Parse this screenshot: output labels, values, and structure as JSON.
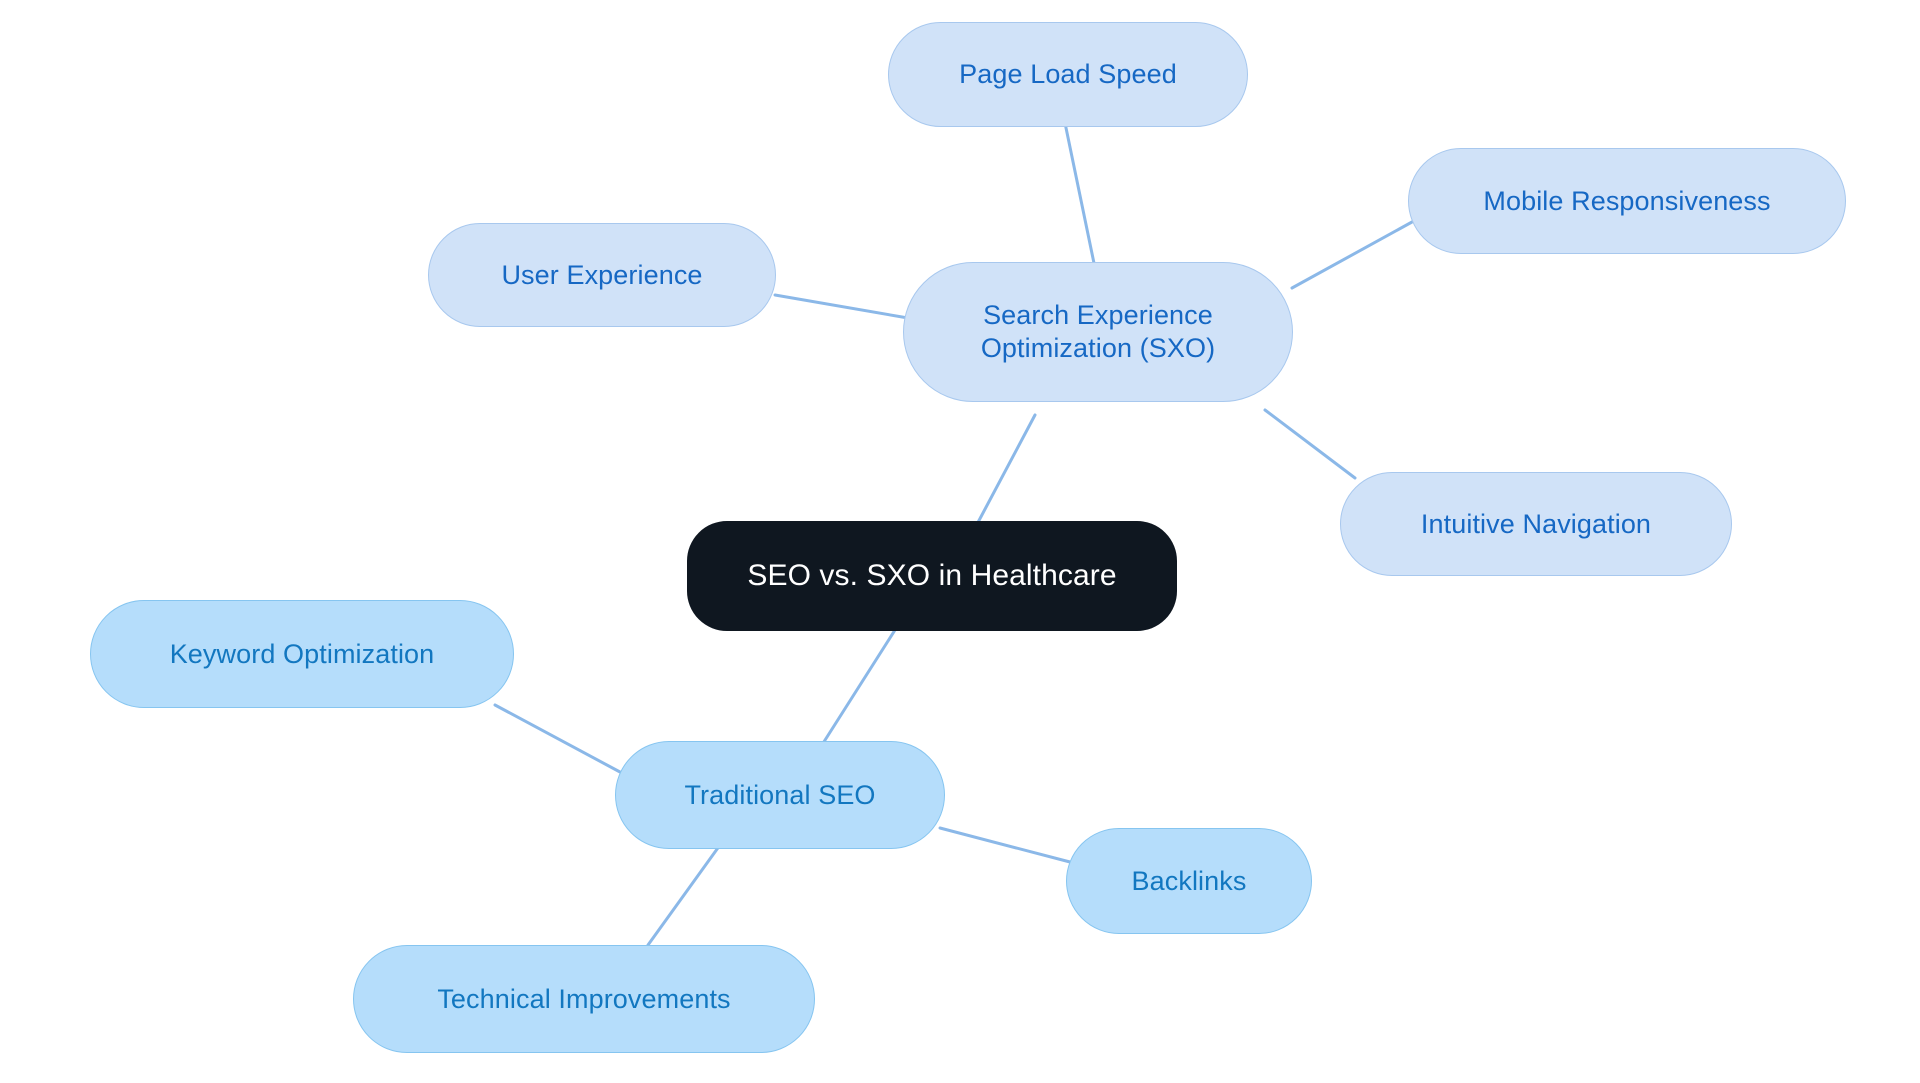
{
  "diagram": {
    "type": "mind-map",
    "title": "SEO vs. SXO in Healthcare",
    "background": "#ffffff",
    "edge_color": "#8bb8e8",
    "edge_width": 3,
    "palette": {
      "root_fill": "#0f1720",
      "root_text": "#ffffff",
      "light_fill": "#d0e2f8",
      "light_border": "#a8c8ee",
      "light_text": "#1668c4",
      "strong_fill": "#b5ddfb",
      "strong_border": "#86c5f0",
      "strong_text": "#1277c0"
    }
  },
  "nodes": {
    "root": {
      "label": "SEO vs. SXO in Healthcare"
    },
    "sxo": {
      "label": "Search Experience\nOptimization (SXO)"
    },
    "seo": {
      "label": "Traditional SEO"
    },
    "page_load_speed": {
      "label": "Page Load Speed"
    },
    "user_experience": {
      "label": "User Experience"
    },
    "mobile_responsiveness": {
      "label": "Mobile Responsiveness"
    },
    "intuitive_navigation": {
      "label": "Intuitive Navigation"
    },
    "keyword_optimization": {
      "label": "Keyword Optimization"
    },
    "technical_improvements": {
      "label": "Technical Improvements"
    },
    "backlinks": {
      "label": "Backlinks"
    }
  },
  "edges": [
    {
      "from": "root",
      "to": "sxo"
    },
    {
      "from": "root",
      "to": "seo"
    },
    {
      "from": "sxo",
      "to": "page_load_speed"
    },
    {
      "from": "sxo",
      "to": "user_experience"
    },
    {
      "from": "sxo",
      "to": "mobile_responsiveness"
    },
    {
      "from": "sxo",
      "to": "intuitive_navigation"
    },
    {
      "from": "seo",
      "to": "keyword_optimization"
    },
    {
      "from": "seo",
      "to": "technical_improvements"
    },
    {
      "from": "seo",
      "to": "backlinks"
    }
  ]
}
